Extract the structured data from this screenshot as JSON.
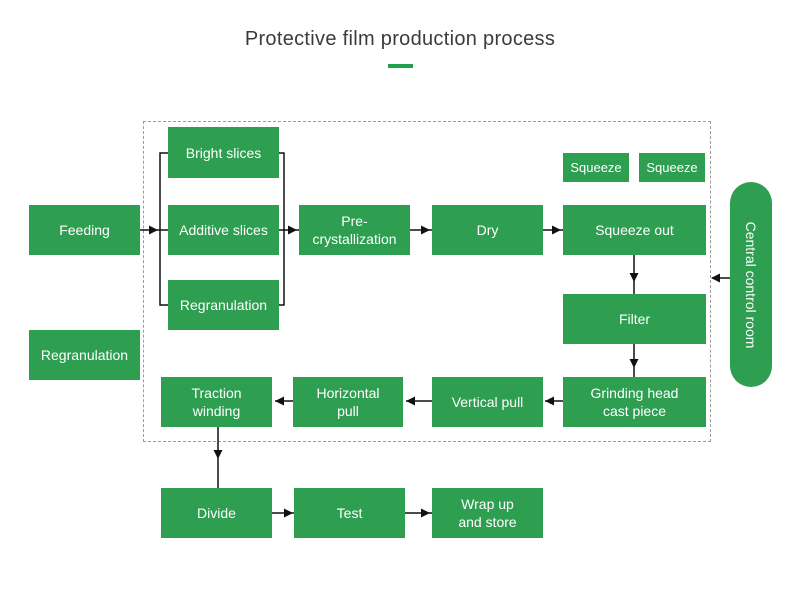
{
  "title": "Protective film production process",
  "colors": {
    "box_green": "#2E9E50",
    "box_text": "#FFFFFF",
    "title_color": "#3B3B3B",
    "connector": "#111111",
    "dashed_border": "#9B9B9B",
    "accent_dash": "#21A04E"
  },
  "nodes": {
    "feeding": "Feeding",
    "regranulation_outer": "Regranulation",
    "bright_slices": "Bright slices",
    "additive_slices": "Additive slices",
    "regranulation_inner": "Regranulation",
    "pre_crystallization": [
      "Pre-",
      "crystallization"
    ],
    "dry": "Dry",
    "squeeze_1": "Squeeze",
    "squeeze_2": "Squeeze",
    "squeeze_out": "Squeeze out",
    "filter": "Filter",
    "grinding_head": [
      "Grinding head",
      "cast piece"
    ],
    "vertical_pull": "Vertical pull",
    "horizontal_pull": [
      "Horizontal",
      "pull"
    ],
    "traction_winding": [
      "Traction",
      "winding"
    ],
    "divide": "Divide",
    "test": "Test",
    "wrap_up": [
      "Wrap up",
      "and store"
    ],
    "central_control": "Central control room"
  }
}
